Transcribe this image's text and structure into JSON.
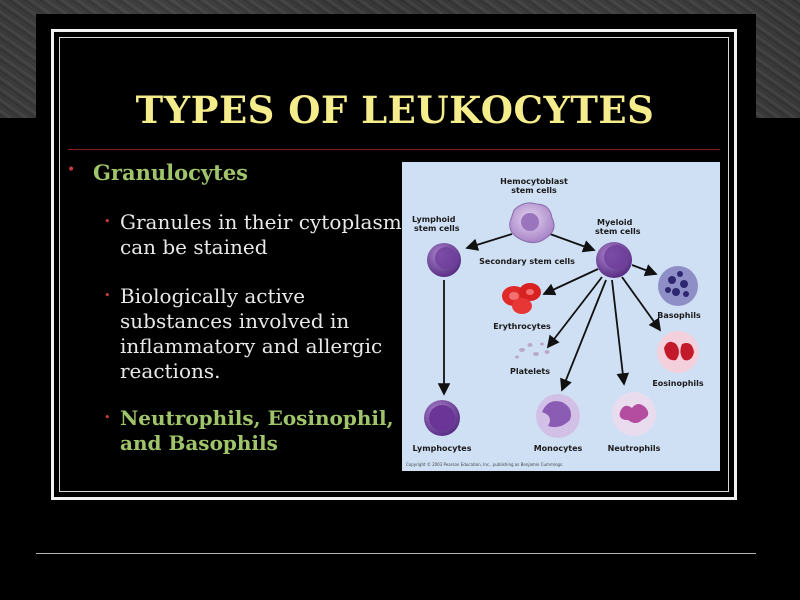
{
  "slide": {
    "title": "TYPES OF LEUKOCYTES",
    "bullet": "Granulocytes",
    "subpoints": [
      {
        "lines": [
          "Granules in their cytoplasm",
          "can be stained"
        ]
      },
      {
        "lines": [
          "Biologically active",
          "substances involved in",
          "inflammatory and allergic",
          "reactions."
        ]
      },
      {
        "lines": [
          "Neutrophils, Eosinophil,",
          "and Basophils"
        ]
      }
    ],
    "bullet_marker": "•",
    "sub_marker": "•"
  },
  "figure": {
    "labels": {
      "hemocytoblast_line1": "Hemocytoblast",
      "hemocytoblast_line2": "stem cells",
      "lymphoid_line1": "Lymphoid",
      "lymphoid_line2": "stem cells",
      "myeloid_line1": "Myeloid",
      "myeloid_line2": "stem cells",
      "secondary": "Secondary stem cells",
      "erythrocytes": "Erythrocytes",
      "basophils": "Basophils",
      "platelets": "Platelets",
      "eosinophils": "Eosinophils",
      "lymphocytes": "Lymphocytes",
      "monocytes": "Monocytes",
      "neutrophils": "Neutrophils"
    },
    "copyright": "Copyright © 2003 Pearson Education, Inc., publishing as Benjamin Cummings."
  },
  "colors": {
    "title": "#f5ec8c",
    "green_text": "#9fc46a",
    "bullet_red": "#c73d3d",
    "figure_bg": "#cfe0f4",
    "cell_purple": "#7a4fa0"
  }
}
